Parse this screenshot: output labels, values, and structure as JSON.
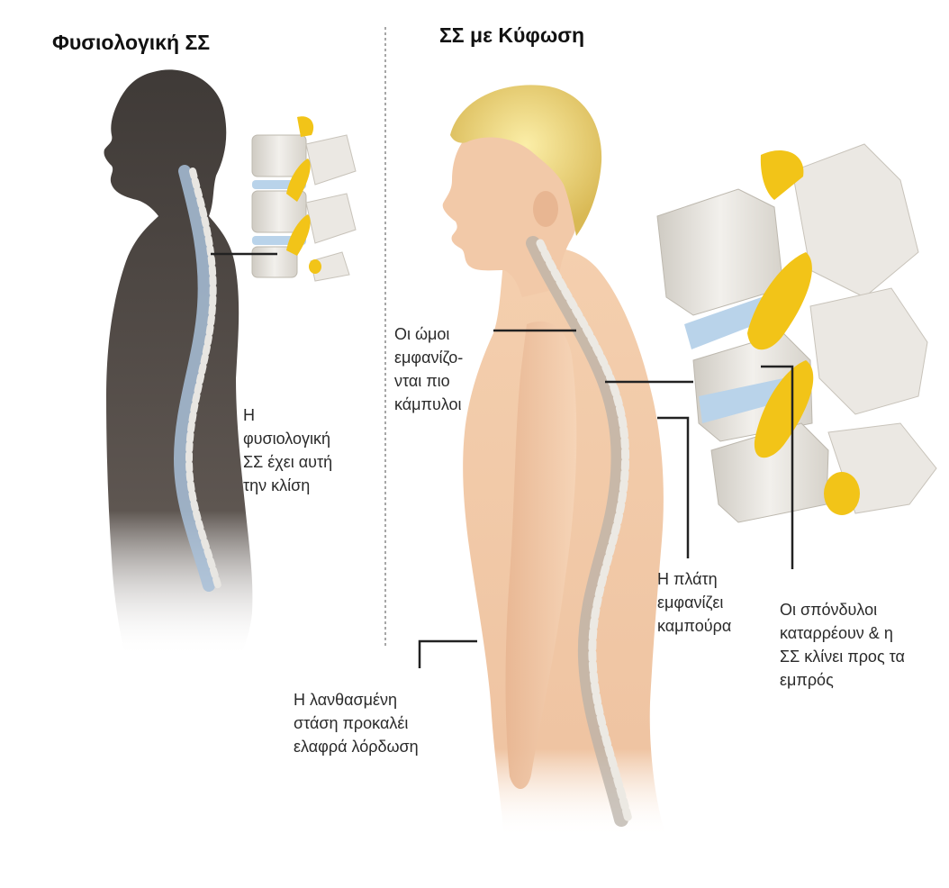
{
  "titles": {
    "normal": "Φυσιολογική ΣΣ",
    "kyphosis": "ΣΣ με Κύφωση"
  },
  "labels": {
    "normal_curve": "Η\nφυσιολογική\nΣΣ έχει αυτή\nτην κλίση",
    "shoulders": "Οι ώμοι\n εμφανίζο-\nνται πιο\nκάμπυλοι",
    "hump": "Η πλάτη\nεμφανίζει\nκαμπούρα",
    "vertebrae": "Οι σπόνδυλοι\nκαταρρέουν & η\nΣΣ κλίνει προς τα\nεμπρός",
    "posture": "Η λανθασμένη\nστάση προκαλέι\nελαφρά λόρδωση"
  },
  "colors": {
    "silhouette": "#4a4440",
    "skin": "#f2c9a8",
    "hair": "#f0dc8a",
    "bone": "#e6e3dc",
    "disc": "#b9d3ea",
    "nerve": "#f2c418",
    "leader": "#222222",
    "divider": "#8a8a8a"
  }
}
